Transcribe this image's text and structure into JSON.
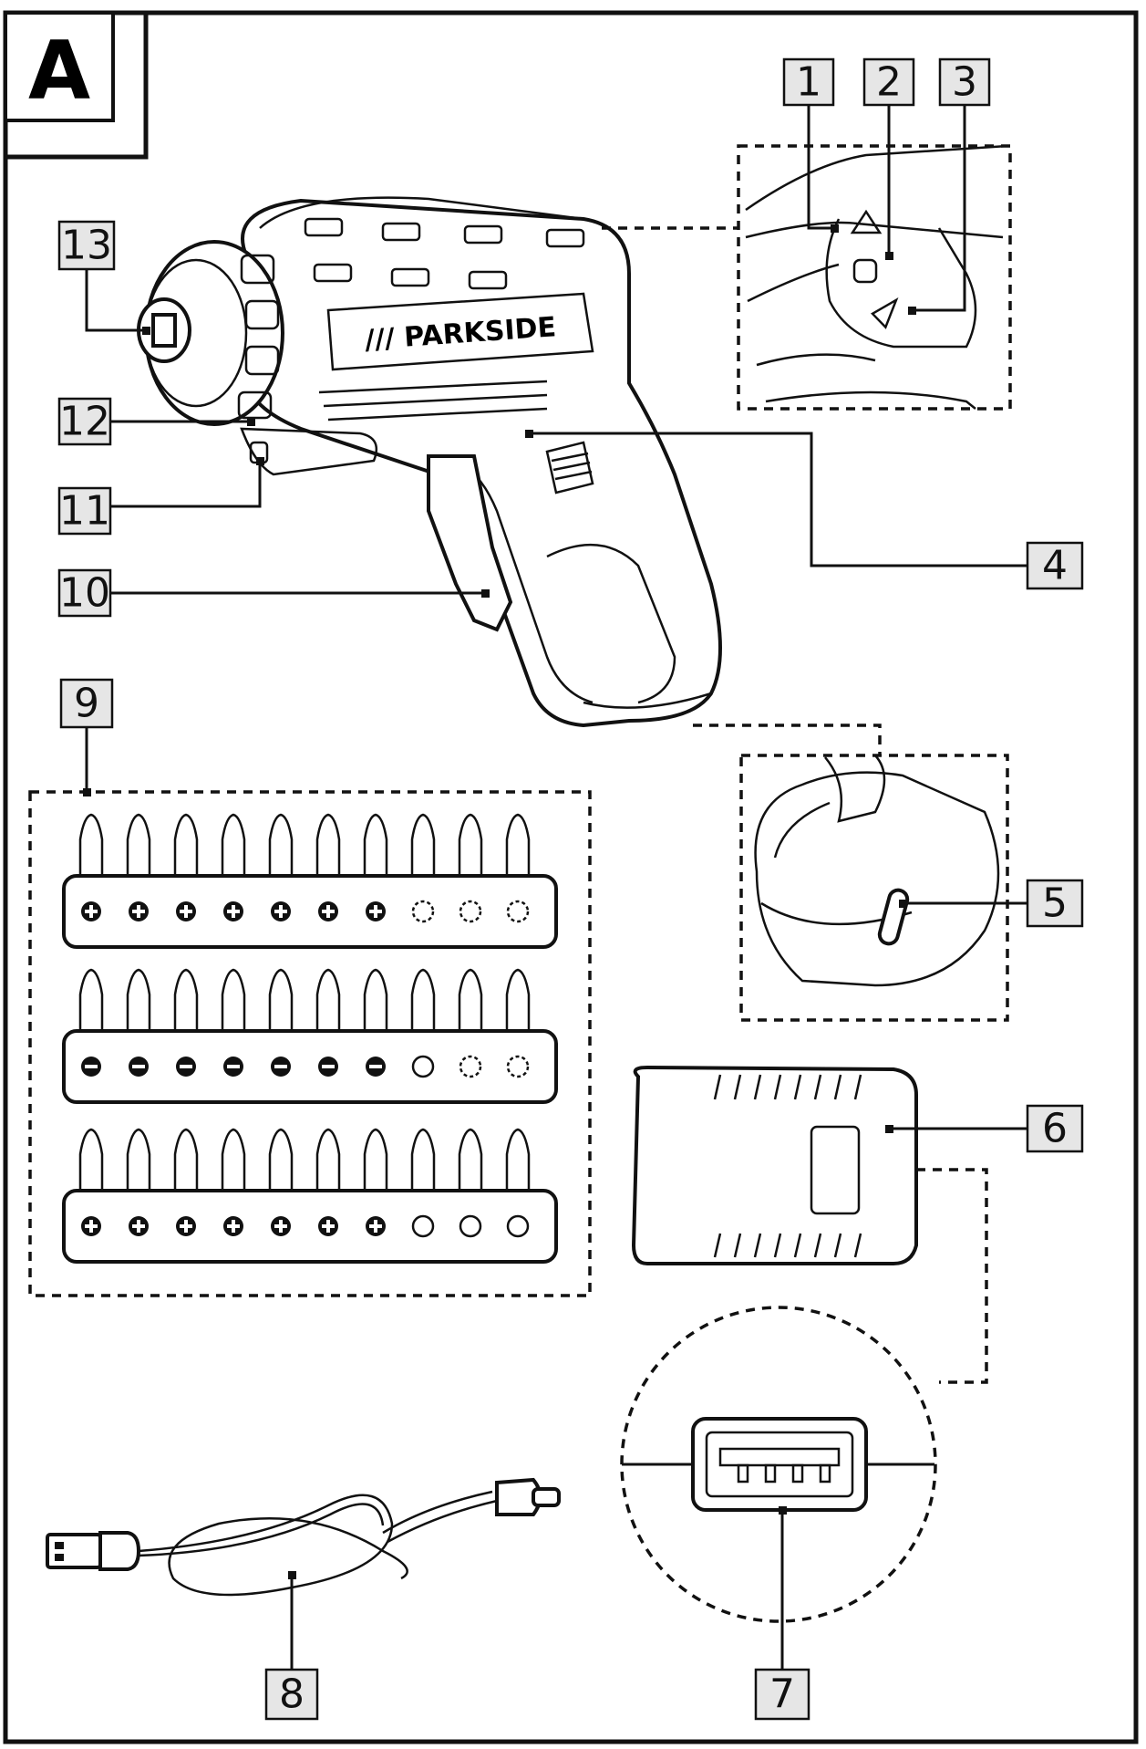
{
  "figure": {
    "letter": "A"
  },
  "brand": "/// PARKSIDE",
  "labels": [
    "1",
    "2",
    "3",
    "4",
    "5",
    "6",
    "7",
    "8",
    "9",
    "10",
    "11",
    "12",
    "13"
  ],
  "bit_rows": [
    {
      "count": 10,
      "symbols": [
        "plus",
        "plus",
        "plus",
        "plus",
        "plus",
        "plus",
        "plus",
        "star",
        "star",
        "star"
      ]
    },
    {
      "count": 10,
      "symbols": [
        "minus",
        "minus",
        "minus",
        "minus",
        "minus",
        "minus",
        "minus",
        "circle",
        "star",
        "star"
      ]
    },
    {
      "count": 10,
      "symbols": [
        "plus",
        "plus",
        "plus",
        "plus",
        "plus",
        "plus",
        "plus",
        "circle",
        "circle",
        "circle"
      ]
    }
  ]
}
